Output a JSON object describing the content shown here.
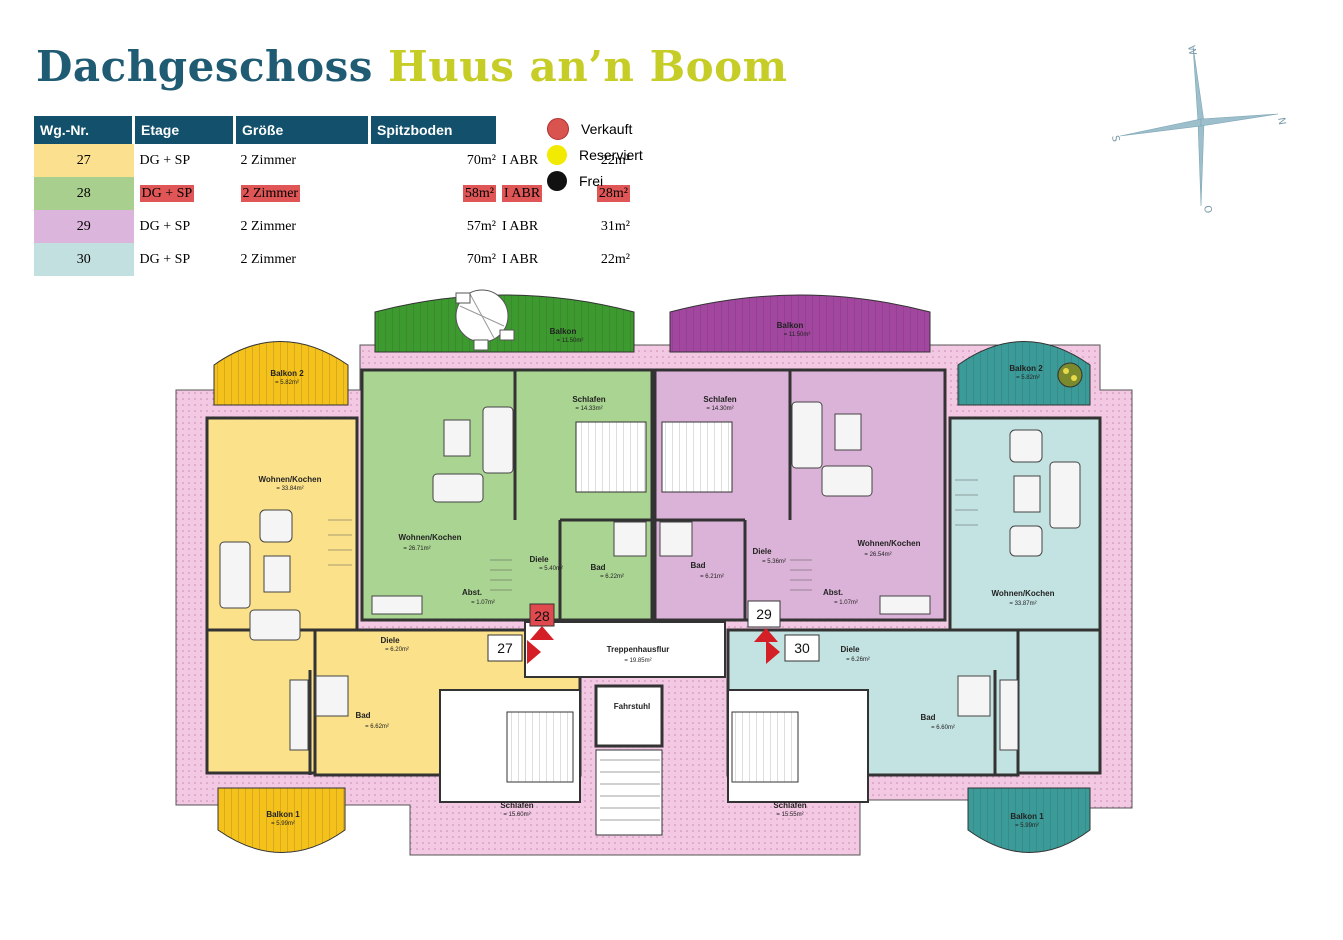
{
  "title": {
    "part1": "Dachgeschoss",
    "part2": "Huus an’n Boom"
  },
  "table": {
    "headers": [
      "Wg.-Nr.",
      "Etage",
      "Größe",
      "Spitzboden"
    ],
    "rows": [
      {
        "nr": "27",
        "etage": "DG + SP",
        "zimmer": "2 Zimmer",
        "flaeche": "70m²",
        "abr": "I ABR",
        "spitz": "22m²",
        "color": "#fbe08f",
        "sold": false
      },
      {
        "nr": "28",
        "etage": "DG + SP",
        "zimmer": "2 Zimmer",
        "flaeche": "58m²",
        "abr": "I ABR",
        "spitz": "28m²",
        "color": "#a9cf8e",
        "sold": true
      },
      {
        "nr": "29",
        "etage": "DG + SP",
        "zimmer": "2 Zimmer",
        "flaeche": "57m²",
        "abr": "I ABR",
        "spitz": "31m²",
        "color": "#dcb5dc",
        "sold": false
      },
      {
        "nr": "30",
        "etage": "DG + SP",
        "zimmer": "2 Zimmer",
        "flaeche": "70m²",
        "abr": "I ABR",
        "spitz": "22m²",
        "color": "#c2e0df",
        "sold": false
      }
    ]
  },
  "legend": [
    {
      "label": "Verkauft",
      "color": "#d9534f"
    },
    {
      "label": "Reserviert",
      "color": "#f2ea00"
    },
    {
      "label": "Frei",
      "color": "#111111"
    }
  ],
  "compass": {
    "w": "W",
    "n": "N",
    "s": "S",
    "o": "O"
  },
  "colors": {
    "unit27": "#fbe18a",
    "unit28": "#a9d491",
    "unit29": "#dcb3d8",
    "unit30": "#c3e3e2",
    "balcony27": "#f5c21c",
    "balcony28": "#3d9a2f",
    "balcony29": "#a246a0",
    "balcony30": "#3b9b98",
    "roof": "#f0c4e0",
    "sold": "#e0494d"
  },
  "plan": {
    "apt_numbers": [
      "27",
      "28",
      "29",
      "30"
    ],
    "rooms": {
      "u27_balkon2": {
        "name": "Balkon 2",
        "area": "= 5.82m²"
      },
      "u27_wohnen": {
        "name": "Wohnen/Kochen",
        "area": "= 33.84m²"
      },
      "u27_diele": {
        "name": "Diele",
        "area": "= 6.20m²"
      },
      "u27_bad": {
        "name": "Bad",
        "area": "= 6.62m²"
      },
      "u27_schlafen": {
        "name": "Schlafen",
        "area": "= 15.60m²"
      },
      "u27_balkon1": {
        "name": "Balkon 1",
        "area": "= 5.99m²"
      },
      "u28_balkon": {
        "name": "Balkon",
        "area": "= 11.50m²"
      },
      "u28_schlafen": {
        "name": "Schlafen",
        "area": "= 14.33m²"
      },
      "u28_wohnen": {
        "name": "Wohnen/Kochen",
        "area": "= 26.71m²"
      },
      "u28_diele": {
        "name": "Diele",
        "area": "= 5.40m²"
      },
      "u28_bad": {
        "name": "Bad",
        "area": "= 6.22m²"
      },
      "u28_abst": {
        "name": "Abst.",
        "area": "= 1.07m²"
      },
      "u29_balkon": {
        "name": "Balkon",
        "area": "= 11.50m²"
      },
      "u29_schlafen": {
        "name": "Schlafen",
        "area": "= 14.30m²"
      },
      "u29_wohnen": {
        "name": "Wohnen/Kochen",
        "area": "= 26.54m²"
      },
      "u29_diele": {
        "name": "Diele",
        "area": "= 5.36m²"
      },
      "u29_bad": {
        "name": "Bad",
        "area": "= 6.21m²"
      },
      "u29_abst": {
        "name": "Abst.",
        "area": "= 1.07m²"
      },
      "u30_balkon2": {
        "name": "Balkon 2",
        "area": "= 5.82m²"
      },
      "u30_wohnen": {
        "name": "Wohnen/Kochen",
        "area": "= 33.87m²"
      },
      "u30_diele": {
        "name": "Diele",
        "area": "= 6.26m²"
      },
      "u30_bad": {
        "name": "Bad",
        "area": "= 6.60m²"
      },
      "u30_schlafen": {
        "name": "Schlafen",
        "area": "= 15.55m²"
      },
      "u30_balkon1": {
        "name": "Balkon 1",
        "area": "= 5.99m²"
      },
      "treppenhaus": {
        "name": "Treppenhausflur",
        "area": "= 19.85m²"
      },
      "fahrstuhl": {
        "name": "Fahrstuhl",
        "area": ""
      }
    }
  }
}
